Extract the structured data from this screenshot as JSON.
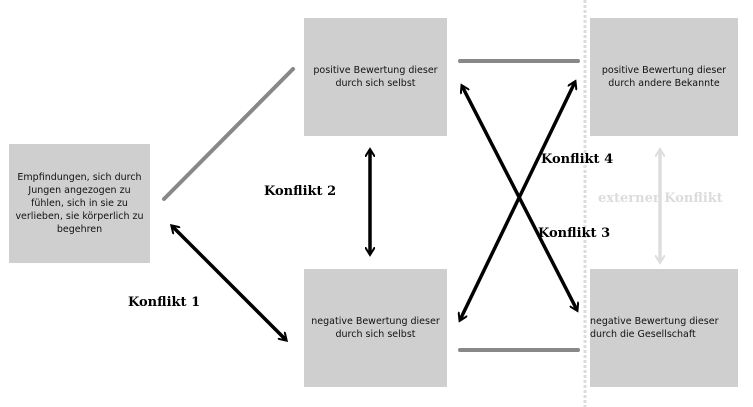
{
  "boxes": {
    "feelings": "Empfindungen, sich durch Jungen angezogen zu fühlen, sich in sie zu verlieben, sie körperlich zu begehren",
    "self_positive": "positive Bewertung dieser durch sich selbst",
    "self_negative": "negative Bewertung dieser durch sich selbst",
    "others_positive": "positive Bewertung dieser durch andere Bekannte",
    "society_negative": "negative Bewertung dieser durch die Gesellschaft"
  },
  "labels": {
    "k1": "Konflikt 1",
    "k2": "Konflikt 2",
    "k3": "Konflikt 3",
    "k4": "Konflikt 4",
    "external": "externer Konflikt"
  },
  "colors": {
    "box": "#cfcfcf",
    "arrow": "#000000",
    "connector": "#888888",
    "external": "#dddddd"
  }
}
